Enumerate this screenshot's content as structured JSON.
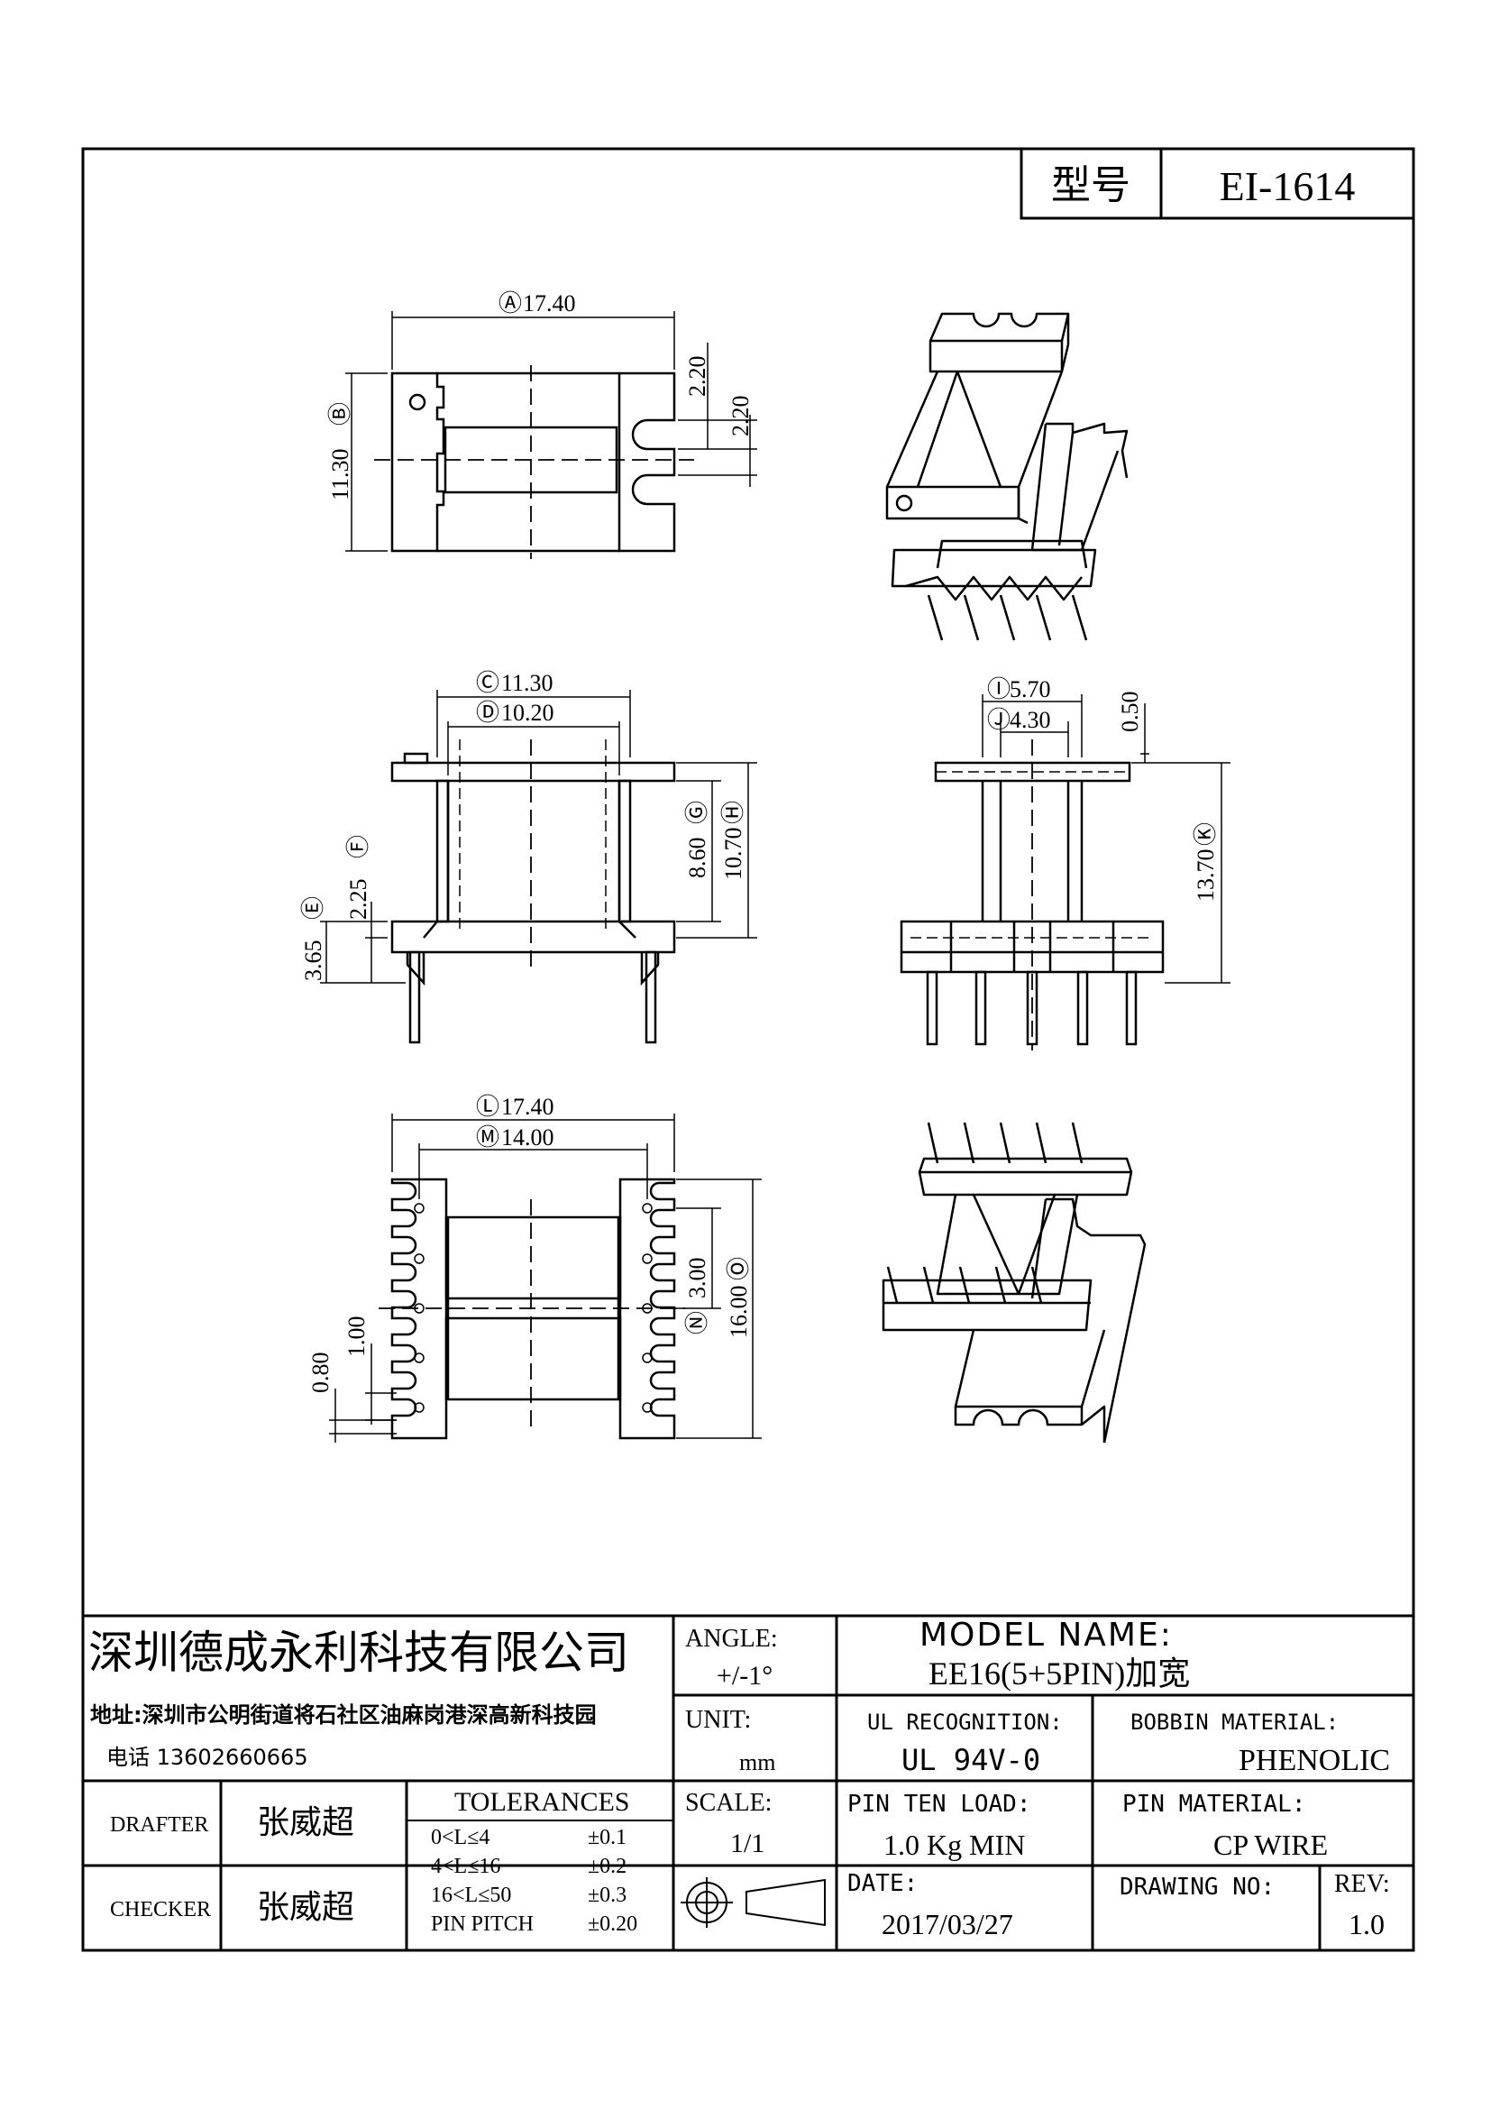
{
  "model_box": {
    "label": "型号",
    "value": "EI-1614"
  },
  "dimensions": {
    "A": "17.40",
    "B": "11.30",
    "slot_top": "2.20",
    "slot_bottom": "2.20",
    "C": "11.30",
    "D": "10.20",
    "E": "3.65",
    "F": "2.25",
    "G": "8.60",
    "H": "10.70",
    "I": "5.70",
    "J": "4.30",
    "flange_top": "0.50",
    "K": "13.70",
    "L": "17.40",
    "M": "14.00",
    "N": "3.00",
    "O": "16.00",
    "pitch_a": "1.00",
    "pitch_b": "0.80"
  },
  "title_block": {
    "company": "深圳德成永利科技有限公司",
    "address": "地址:深圳市公明街道将石社区油麻岗港深高新科技园",
    "phone": "电话 13602660665",
    "angle_label": "ANGLE:",
    "angle_value": "+/-1°",
    "model_name_label": "MODEL NAME:",
    "model_name_value": "EE16(5+5PIN)加宽",
    "unit_label": "UNIT:",
    "unit_value": "mm",
    "ul_label": "UL RECOGNITION:",
    "ul_value": "UL 94V-0",
    "bobbin_label": "BOBBIN MATERIAL:",
    "bobbin_value": "PHENOLIC",
    "drafter_label": "DRAFTER",
    "drafter_value": "张威超",
    "checker_label": "CHECKER",
    "checker_value": "张威超",
    "tolerances_label": "TOLERANCES",
    "tolerance_rows": [
      {
        "range": "0<L≤4",
        "value": "±0.1"
      },
      {
        "range": "4<L≤16",
        "value": "±0.2"
      },
      {
        "range": "16<L≤50",
        "value": "±0.3"
      },
      {
        "range": "PIN PITCH",
        "value": "±0.20"
      }
    ],
    "scale_label": "SCALE:",
    "scale_value": "1/1",
    "pin_load_label": "PIN TEN LOAD:",
    "pin_load_value": "1.0 Kg MIN",
    "pin_material_label": "PIN MATERIAL:",
    "pin_material_value": "CP WIRE",
    "date_label": "DATE:",
    "date_value": "2017/03/27",
    "drawing_no_label": "DRAWING NO:",
    "rev_label": "REV:",
    "rev_value": "1.0"
  }
}
